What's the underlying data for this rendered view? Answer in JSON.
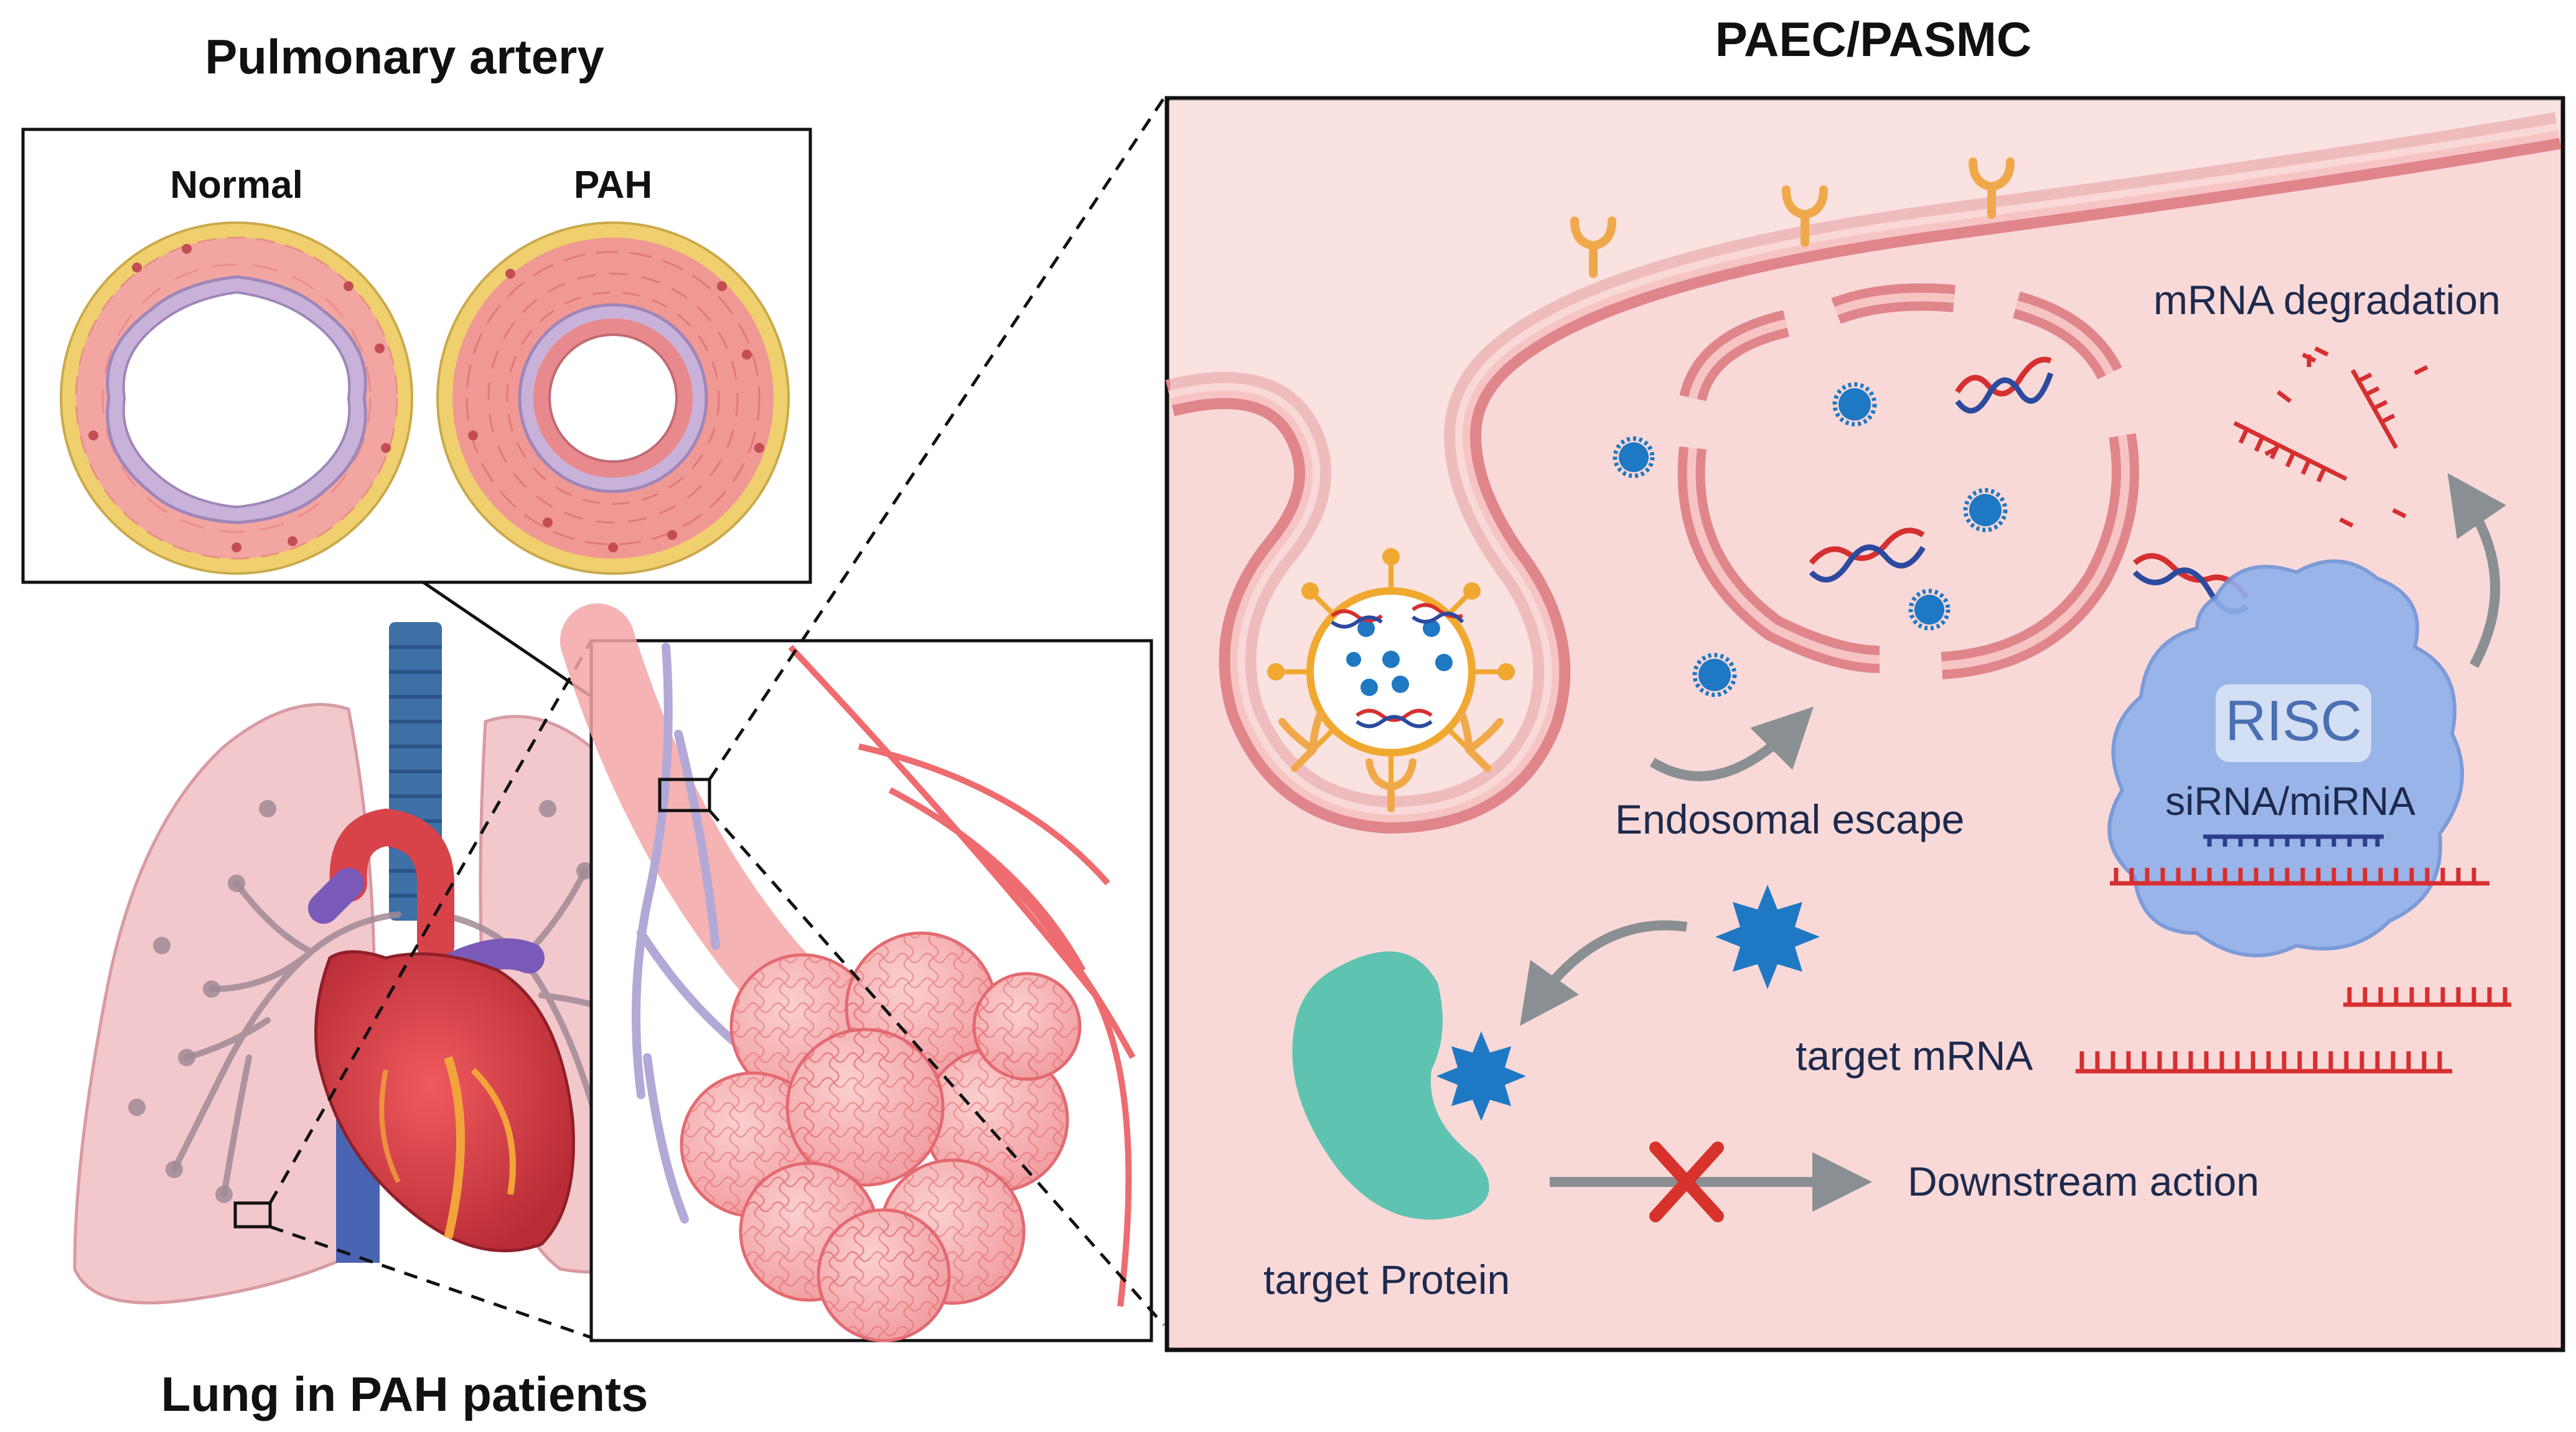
{
  "left_panel": {
    "title": "Pulmonary artery",
    "normal_label": "Normal",
    "pah_label": "PAH",
    "lung_caption": "Lung in PAH patients"
  },
  "right_panel": {
    "title": "PAEC/PASMC",
    "mrna_degradation": "mRNA degradation",
    "endosomal_escape": "Endosomal escape",
    "risc_label": "RISC",
    "sirna_label": "siRNA/miRNA",
    "target_mrna": "target mRNA",
    "downstream_action": "Downstream action",
    "target_protein": "target Protein"
  },
  "colors": {
    "cell_bg": "#f9d9d8",
    "membrane": "#e0868a",
    "membrane_light": "#f3b6b6",
    "vessel_wall": "#f1a39f",
    "adventitia": "#f3d27a",
    "elastic": "#c7b0d8",
    "rna_red": "#d62f2f",
    "rna_blue": "#2c4a9e",
    "sirna_dot": "#1f78c4",
    "risc": "#8fb0ea",
    "protein": "#5fc3b2",
    "arrow_gray": "#8a8f93",
    "inhibit_red": "#d7322b",
    "text_dark": "#1d2a4d",
    "trachea": "#3e6fa6",
    "lung": "#f2c8cc",
    "heart": "#d8434a"
  }
}
